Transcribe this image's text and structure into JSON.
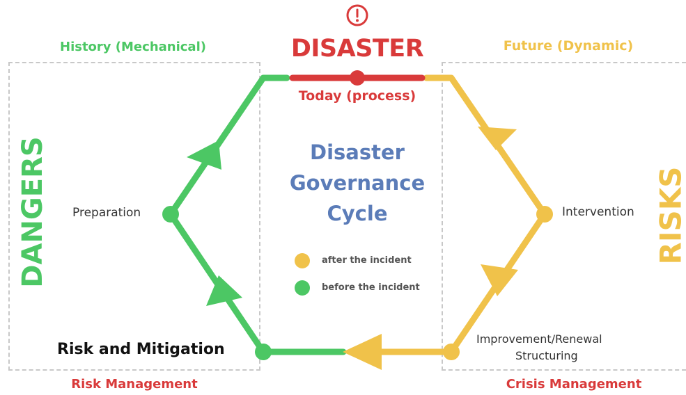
{
  "top": {
    "alert_icon": "exclamation-circle-icon",
    "disaster_label": "DISASTER",
    "today_label": "Today (process)",
    "history_label": "History (Mechanical)",
    "future_label": "Future (Dynamic)"
  },
  "side": {
    "dangers_label": "DANGERS",
    "risks_label": "RISKS"
  },
  "center": {
    "title_line1": "Disaster",
    "title_line2": "Governance",
    "title_line3": "Cycle"
  },
  "legend": [
    {
      "label": "after the incident",
      "color": "#F0C24A"
    },
    {
      "label": "before the incident",
      "color": "#4CC764"
    }
  ],
  "nodes": {
    "preparation": "Preparation",
    "intervention": "Intervention",
    "improvement_line1": "Improvement/Renewal",
    "improvement_line2": "Structuring",
    "risk_mitigation": "Risk and Mitigation"
  },
  "bottom": {
    "risk_management": "Risk Management",
    "crisis_management": "Crisis Management"
  },
  "colors": {
    "green": "#4CC764",
    "yellow": "#F0C24A",
    "red": "#D93A3A",
    "blue": "#5B7CB8",
    "dashed": "#c8c8c8"
  }
}
